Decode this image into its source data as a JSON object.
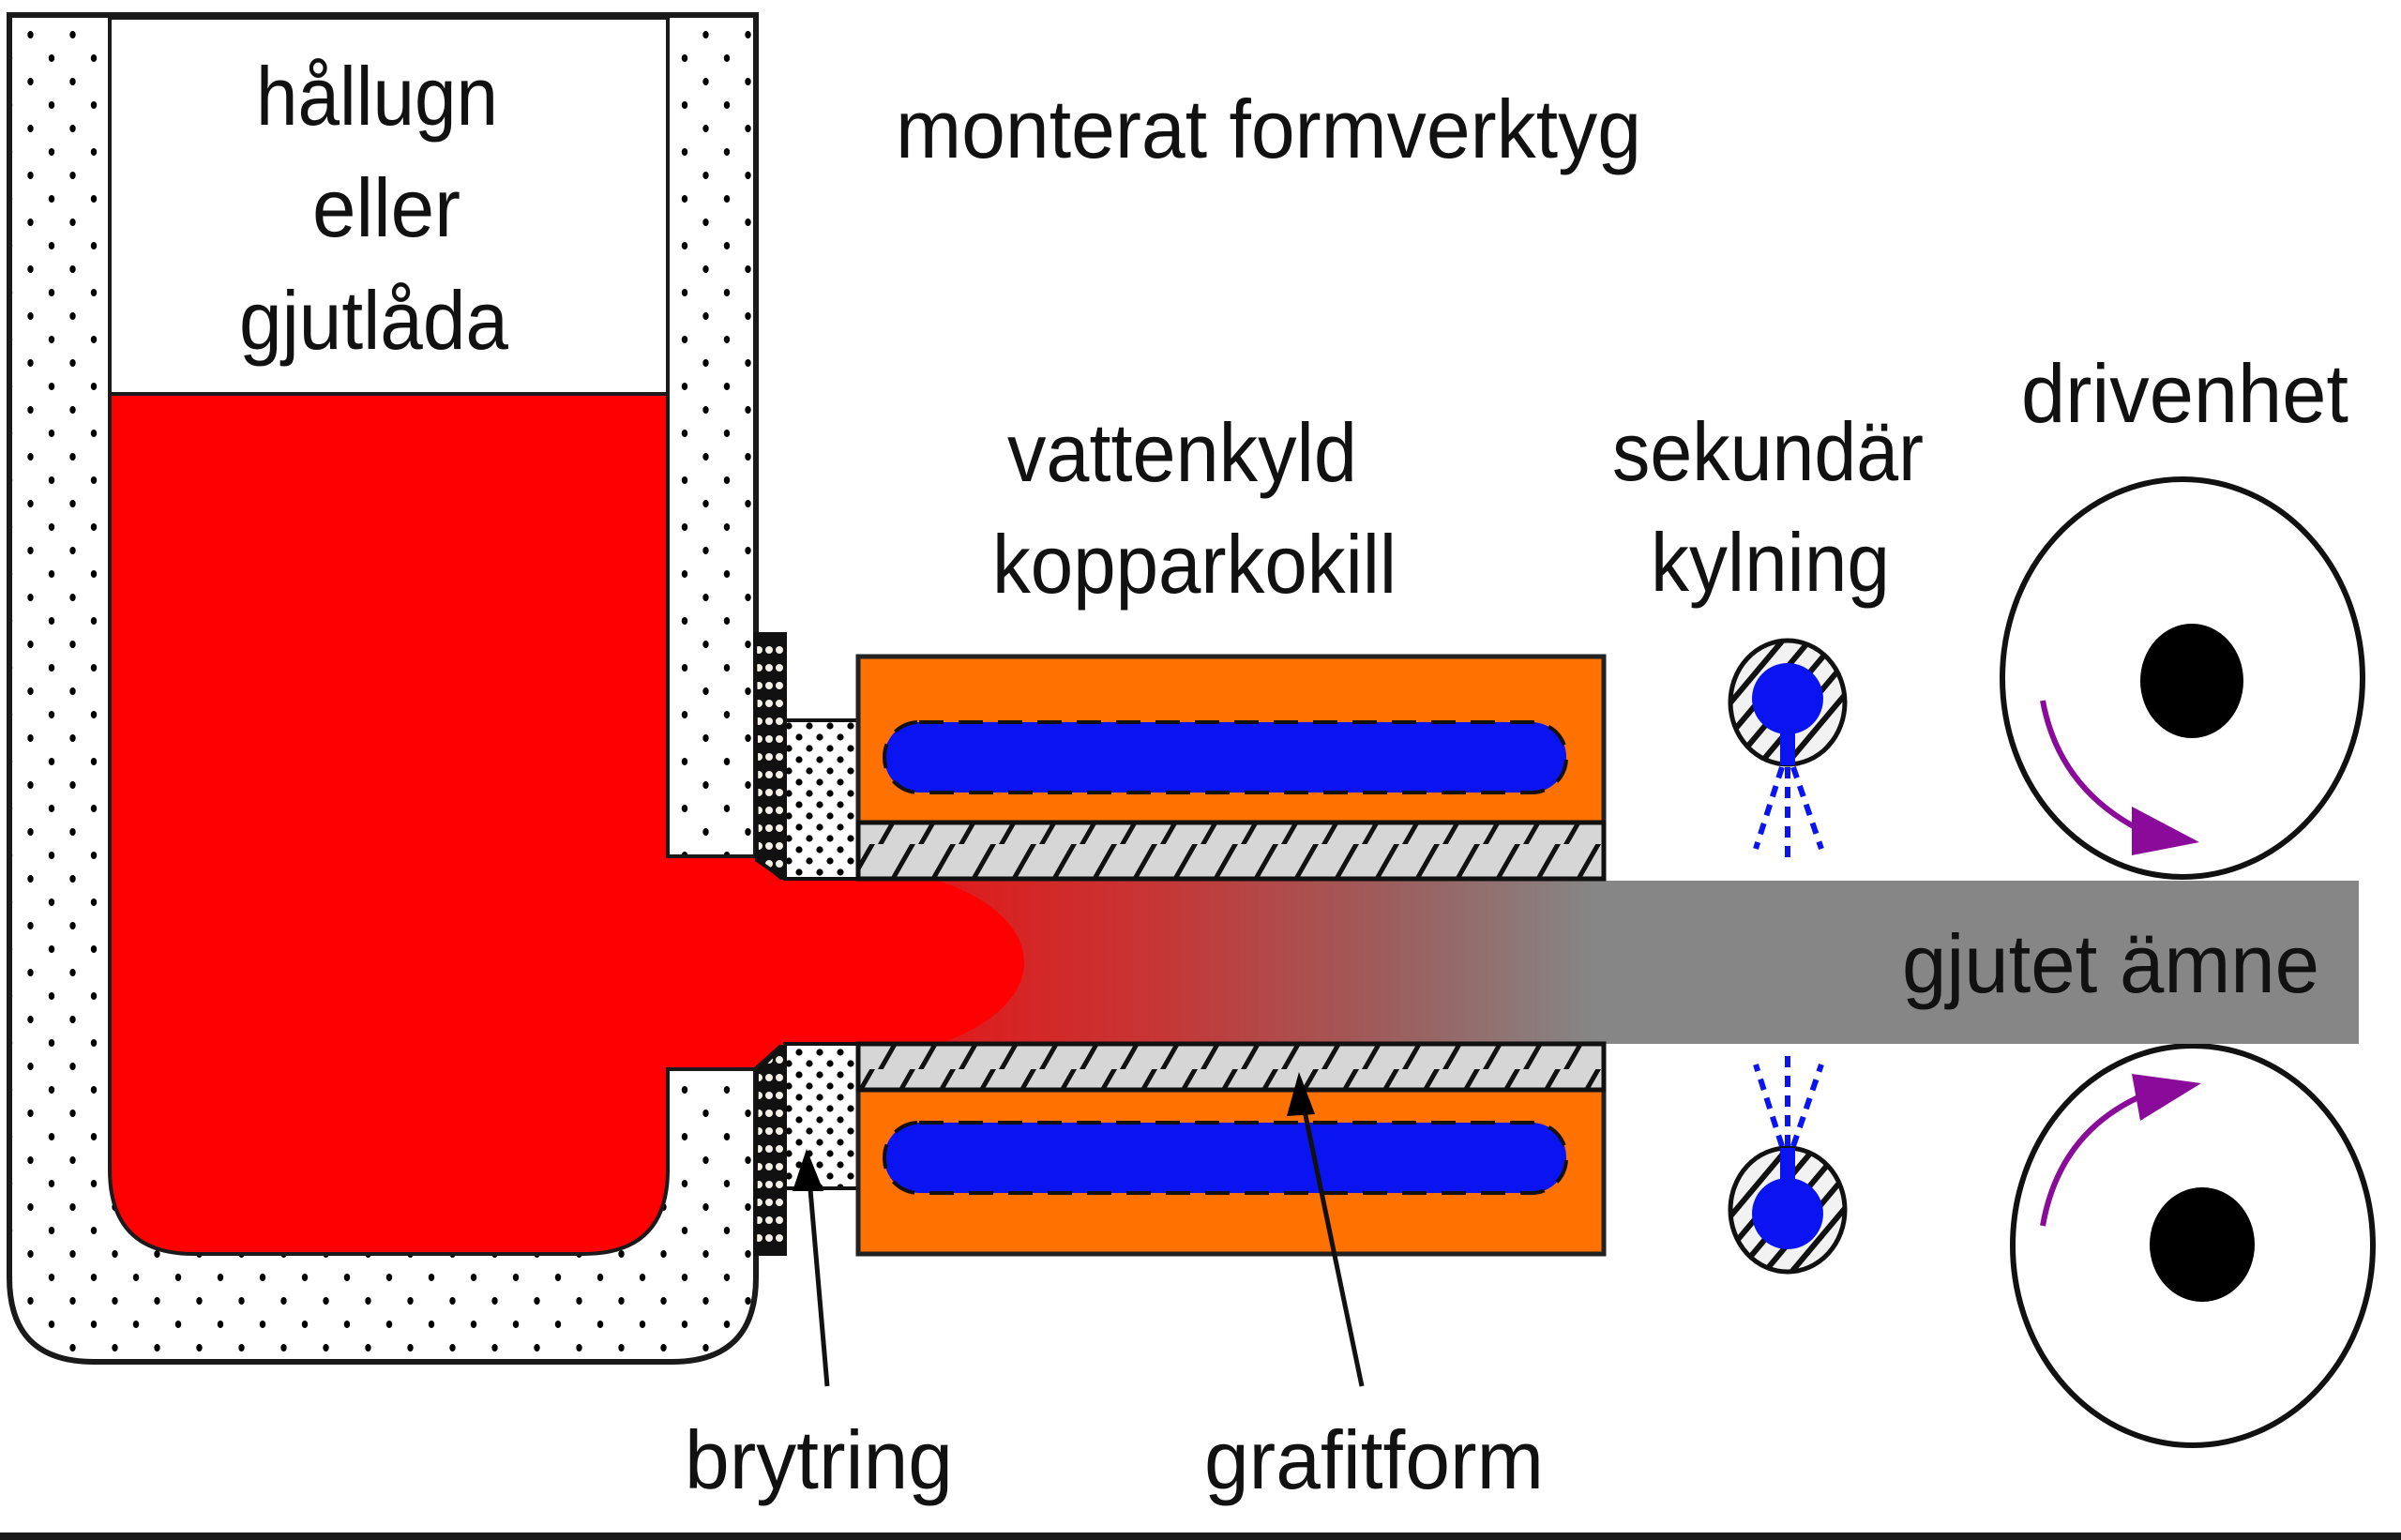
{
  "diagram": {
    "title": "Horizontal continuous casting process",
    "labels": {
      "furnace_line1": "hållugn",
      "furnace_line2": "eller",
      "furnace_line3": "gjutlåda",
      "mounted_tool": "monterat formverktyg",
      "mold_line1": "vattenkyld",
      "mold_line2": "kopparkokill",
      "secondary_line1": "sekundär",
      "secondary_line2": "kylning",
      "drive_unit": "drivenhet",
      "cast_product": "gjutet ämne",
      "break_ring": "brytring",
      "graphite_die": "grafitform"
    },
    "components": [
      {
        "id": "holding-furnace",
        "label_ref": "furnace",
        "fill": "dotted refractory"
      },
      {
        "id": "molten-metal",
        "color": "#ff0000"
      },
      {
        "id": "mounting-plate",
        "fill": "dense dotted"
      },
      {
        "id": "break-ring",
        "fill": "dense dotted"
      },
      {
        "id": "copper-mold",
        "color": "#ff7100"
      },
      {
        "id": "cooling-channels",
        "color": "#0a14f0"
      },
      {
        "id": "graphite-die",
        "fill": "hatched",
        "color": "#d6d6d6"
      },
      {
        "id": "secondary-cooling-nozzles",
        "count": 2,
        "color": "#0a14f0"
      },
      {
        "id": "drive-rolls",
        "count": 2,
        "rotation_arrow_color": "#8a0a9a"
      },
      {
        "id": "cast-strand",
        "gradient_from": "#ff0000",
        "gradient_to": "#868686"
      }
    ],
    "colors": {
      "molten": "#ff0000",
      "copper": "#ff7100",
      "water": "#0a14f0",
      "strand": "#868686",
      "graphite": "#d6d6d6",
      "arrow_purple": "#8a0a9a",
      "outline": "#1a1a1a"
    }
  }
}
